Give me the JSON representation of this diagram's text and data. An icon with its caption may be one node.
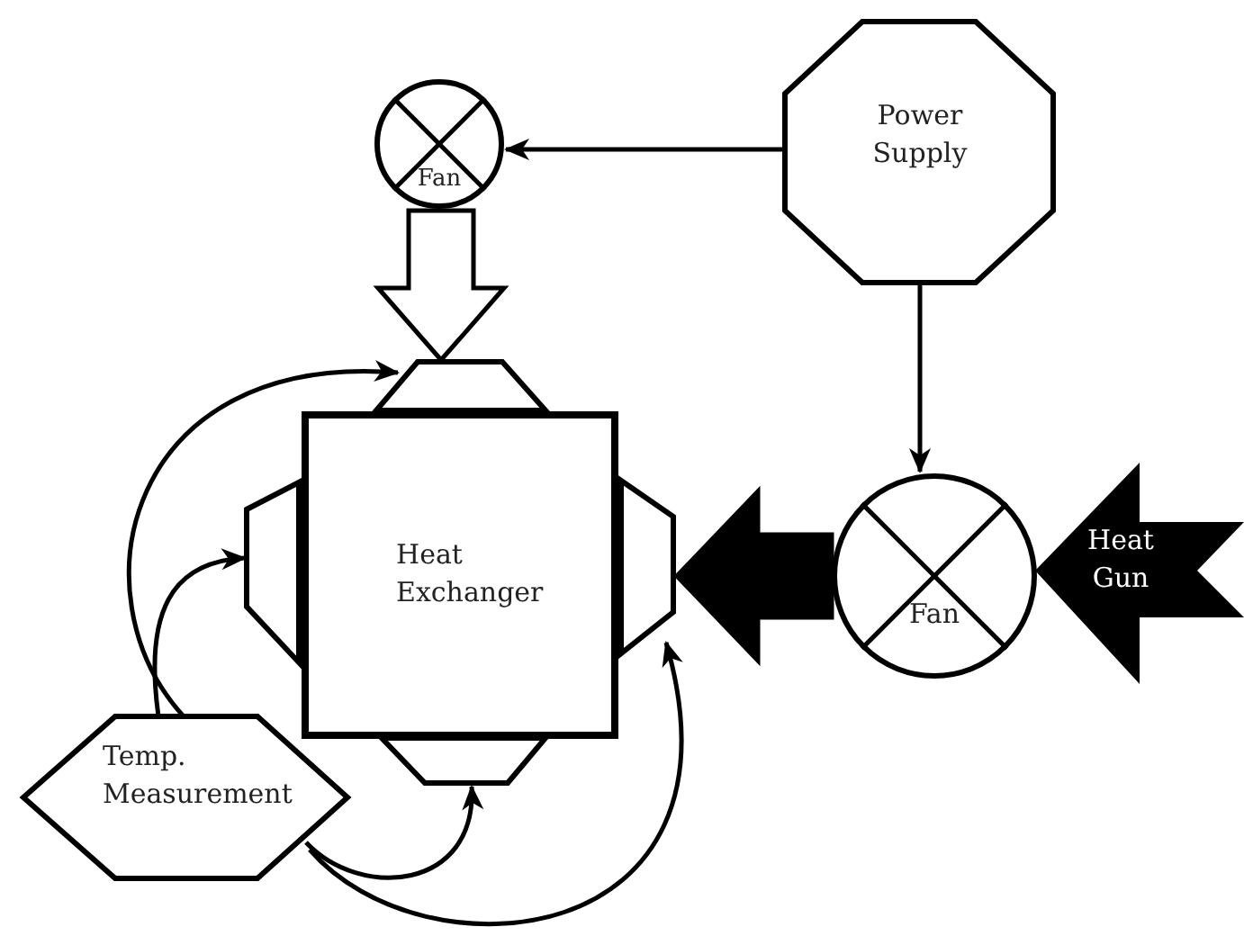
{
  "diagram": {
    "nodes": [
      {
        "text": [
          "Fan"
        ]
      },
      {
        "text": [
          "Power Supply"
        ]
      },
      {
        "text": [],
        "shape": "trapezoid"
      },
      {
        "text": [
          "Heat Exchanger"
        ]
      },
      {
        "text": [],
        "shape": "trapezoid"
      },
      {
        "text": [],
        "shape": "trapezoid"
      },
      {
        "text": [
          "Fan"
        ]
      },
      {
        "text": [
          "Heat Gun"
        ]
      },
      {
        "text": [],
        "shape": "trapezoid"
      },
      {
        "text": [
          "Temp. Measurement"
        ]
      }
    ],
    "edges": [
      {
        "from": 1,
        "to": 0,
        "arrow": "to"
      },
      {
        "from": 1,
        "to": 6,
        "arrow": "to"
      },
      {
        "from": 0,
        "to": 2,
        "arrow": "to",
        "style": "thick",
        "color": "#ffffff"
      },
      {
        "from": 6,
        "to": 5,
        "arrow": "to",
        "style": "thick"
      },
      {
        "from": 9,
        "to": 2,
        "arrow": "to"
      },
      {
        "from": 9,
        "to": 4,
        "arrow": "to"
      },
      {
        "from": 9,
        "to": 8,
        "arrow": "to"
      },
      {
        "from": 9,
        "to": 5,
        "arrow": "to"
      }
    ]
  }
}
